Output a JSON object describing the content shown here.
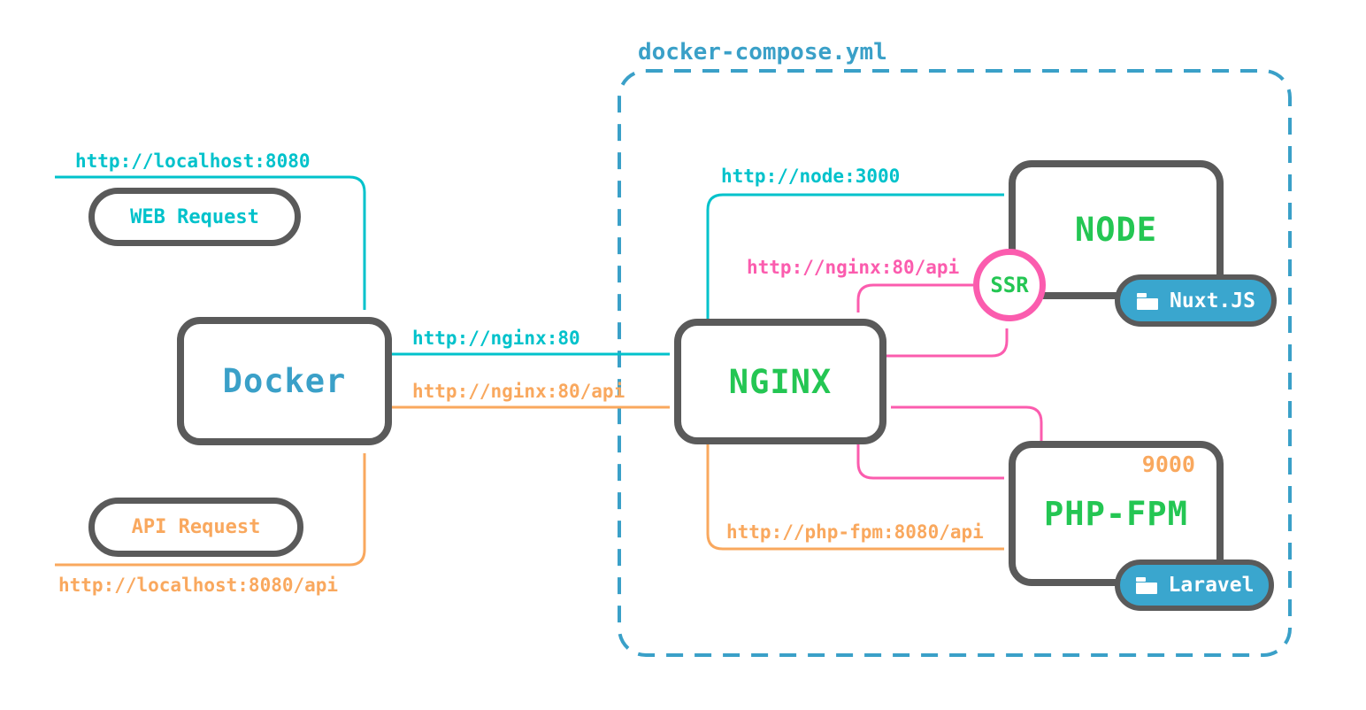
{
  "diagram": {
    "title": "docker-compose.yml",
    "colors": {
      "teal": "#00c2cb",
      "blue": "#3aa0c8",
      "green": "#24c653",
      "orange": "#f9a85e",
      "pink": "#fb5cae",
      "gray": "#5a5a5a",
      "badge_blue": "#3aa6ce"
    },
    "nodes": {
      "docker": {
        "label": "Docker"
      },
      "nginx": {
        "label": "NGINX"
      },
      "node": {
        "label": "NODE",
        "badge": "Nuxt.JS"
      },
      "php_fpm": {
        "label": "PHP-FPM",
        "badge": "Laravel",
        "port": "9000"
      },
      "ssr": {
        "label": "SSR"
      }
    },
    "pills": {
      "web_request": {
        "label": "WEB Request"
      },
      "api_request": {
        "label": "API Request"
      }
    },
    "edge_labels": {
      "localhost_web": "http://localhost:8080",
      "localhost_api": "http://localhost:8080/api",
      "nginx_web": "http://nginx:80",
      "nginx_api": "http://nginx:80/api",
      "node_3000": "http://node:3000",
      "ssr_api": "http://nginx:80/api",
      "php_fpm_api": "http://php-fpm:8080/api"
    }
  }
}
